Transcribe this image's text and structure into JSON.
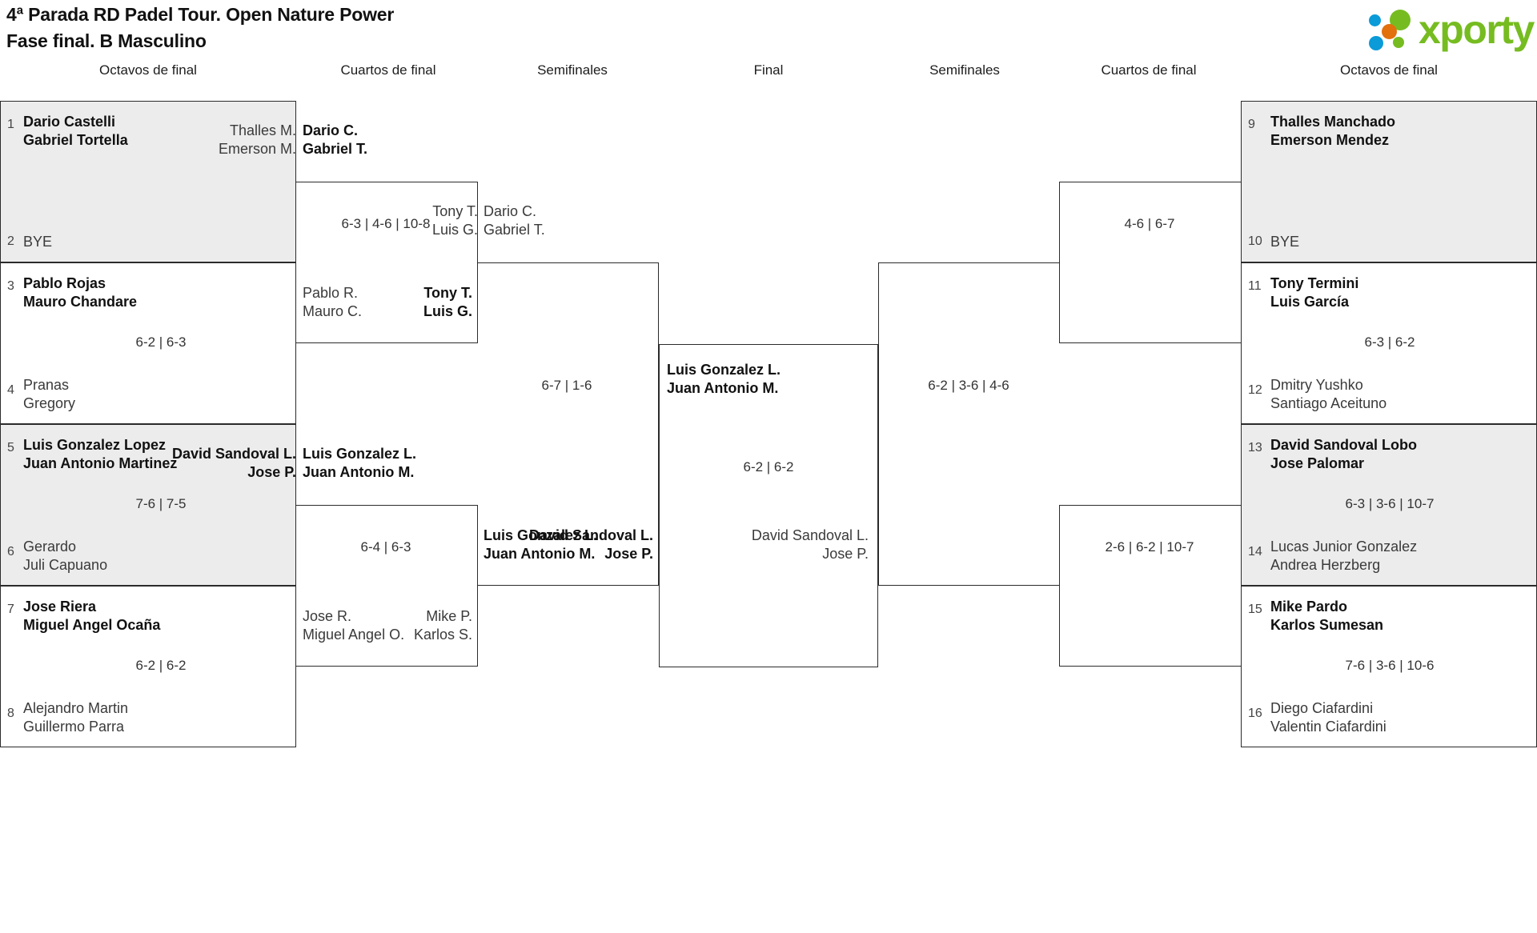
{
  "header": {
    "title_line1": "4ª Parada RD Padel Tour. Open Nature Power",
    "title_line2": "Fase final. B Masculino",
    "logo_text": "xporty",
    "logo_colors": {
      "green": "#76bc21",
      "blue": "#0a9bd8",
      "orange": "#e2700d"
    }
  },
  "rounds": {
    "left_r1": "Octavos de final",
    "left_r2": "Cuartos de final",
    "left_r3": "Semifinales",
    "final": "Final",
    "right_r3": "Semifinales",
    "right_r2": "Cuartos de final",
    "right_r1": "Octavos de final"
  },
  "left_octavos": [
    {
      "seed": "1",
      "p1": "Dario Castelli",
      "p2": "Gabriel Tortella",
      "winner": true,
      "shaded": true
    },
    {
      "seed": "2",
      "p1": "BYE",
      "p2": "",
      "winner": false,
      "shaded": true
    },
    {
      "seed": "3",
      "p1": "Pablo Rojas",
      "p2": "Mauro Chandare",
      "winner": true,
      "shaded": false
    },
    {
      "seed": "4",
      "p1": "Pranas",
      "p2": "Gregory",
      "winner": false,
      "shaded": false
    },
    {
      "seed": "5",
      "p1": "Luis Gonzalez Lopez",
      "p2": "Juan Antonio Martinez",
      "winner": true,
      "shaded": true
    },
    {
      "seed": "6",
      "p1": "Gerardo",
      "p2": "Juli Capuano",
      "winner": false,
      "shaded": true
    },
    {
      "seed": "7",
      "p1": "Jose Riera",
      "p2": "Miguel Angel Ocaña",
      "winner": true,
      "shaded": false
    },
    {
      "seed": "8",
      "p1": "Alejandro Martin",
      "p2": "Guillermo Parra",
      "winner": false,
      "shaded": false
    }
  ],
  "right_octavos": [
    {
      "seed": "9",
      "p1": "Thalles Manchado",
      "p2": "Emerson Mendez",
      "winner": true,
      "shaded": true
    },
    {
      "seed": "10",
      "p1": "BYE",
      "p2": "",
      "winner": false,
      "shaded": true
    },
    {
      "seed": "11",
      "p1": "Tony Termini",
      "p2": "Luis García",
      "winner": true,
      "shaded": false
    },
    {
      "seed": "12",
      "p1": "Dmitry Yushko",
      "p2": "Santiago Aceituno",
      "winner": false,
      "shaded": false
    },
    {
      "seed": "13",
      "p1": "David Sandoval Lobo",
      "p2": "Jose Palomar",
      "winner": true,
      "shaded": true
    },
    {
      "seed": "14",
      "p1": "Lucas Junior Gonzalez",
      "p2": "Andrea Herzberg",
      "winner": false,
      "shaded": true
    },
    {
      "seed": "15",
      "p1": "Mike Pardo",
      "p2": "Karlos Sumesan",
      "winner": true,
      "shaded": false
    },
    {
      "seed": "16",
      "p1": "Diego Ciafardini",
      "p2": "Valentin Ciafardini",
      "winner": false,
      "shaded": false
    }
  ],
  "left_octavos_scores": [
    {
      "value": ""
    },
    {
      "value": "6-2 | 6-3"
    },
    {
      "value": "7-6 | 7-5"
    },
    {
      "value": "6-2 | 6-2"
    }
  ],
  "right_octavos_scores": [
    {
      "value": ""
    },
    {
      "value": "6-3 | 6-2"
    },
    {
      "value": "6-3 | 3-6 | 10-7"
    },
    {
      "value": "7-6 | 3-6 | 10-6"
    }
  ],
  "left_cuartos": {
    "m1_top_p1": "Dario C.",
    "m1_top_p2": "Gabriel T.",
    "m1_top_win": true,
    "m1_bot_p1": "Pablo R.",
    "m1_bot_p2": "Mauro C.",
    "m1_bot_win": false,
    "m1_score": "6-3 | 4-6 | 10-8",
    "m2_top_p1": "Luis Gonzalez L.",
    "m2_top_p2": "Juan Antonio M.",
    "m2_top_win": true,
    "m2_bot_p1": "Jose R.",
    "m2_bot_p2": "Miguel Angel O.",
    "m2_bot_win": false,
    "m2_score": "6-4 | 6-3"
  },
  "right_cuartos": {
    "m1_top_p1": "Thalles M.",
    "m1_top_p2": "Emerson M.",
    "m1_top_win": false,
    "m1_bot_p1": "Tony T.",
    "m1_bot_p2": "Luis G.",
    "m1_bot_win": true,
    "m1_score": "4-6 | 6-7",
    "m2_top_p1": "David Sandoval L.",
    "m2_top_p2": "Jose P.",
    "m2_top_win": true,
    "m2_bot_p1": "Mike P.",
    "m2_bot_p2": "Karlos S.",
    "m2_bot_win": false,
    "m2_score": "2-6 | 6-2 | 10-7"
  },
  "left_semifinal": {
    "top_p1": "Dario C.",
    "top_p2": "Gabriel T.",
    "top_win": false,
    "bot_p1": "Luis Gonzalez L.",
    "bot_p2": "Juan Antonio M.",
    "bot_win": true,
    "score": "6-7 | 1-6"
  },
  "right_semifinal": {
    "top_p1": "Tony T.",
    "top_p2": "Luis G.",
    "top_win": false,
    "bot_p1": "David Sandoval L.",
    "bot_p2": "Jose P.",
    "bot_win": true,
    "score": "6-2 | 3-6 | 4-6"
  },
  "final_match": {
    "top_p1": "Luis Gonzalez L.",
    "top_p2": "Juan Antonio M.",
    "top_win": true,
    "bot_p1": "David Sandoval L.",
    "bot_p2": "Jose P.",
    "bot_win": false,
    "score": "6-2 | 6-2"
  }
}
